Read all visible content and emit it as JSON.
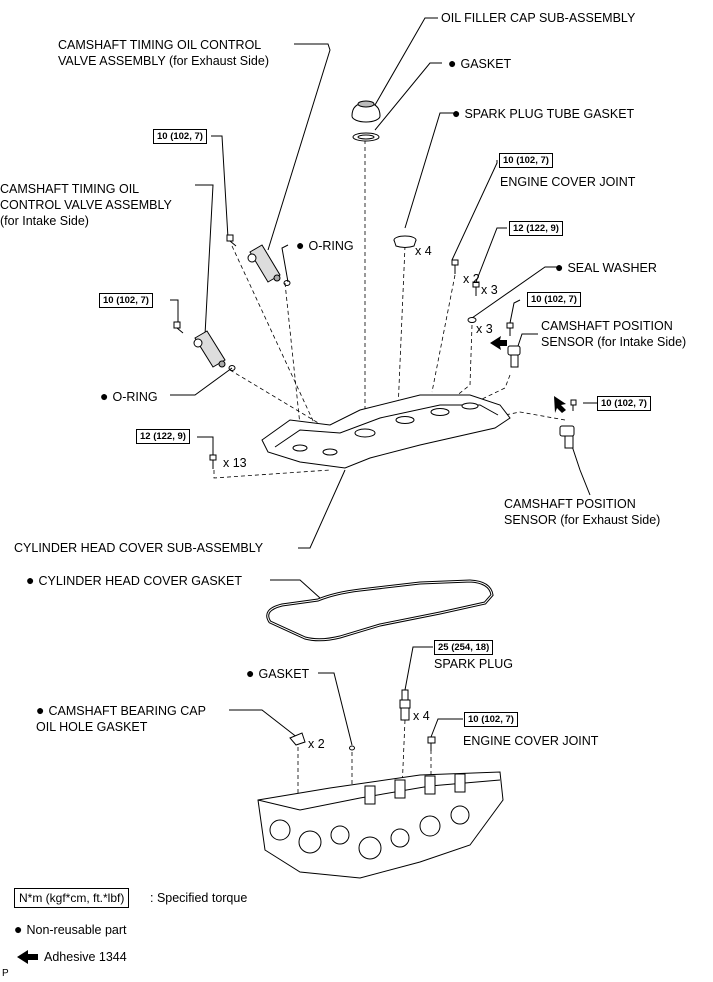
{
  "labels": {
    "oil_filler_cap": "OIL FILLER CAP SUB-ASSEMBLY",
    "gasket_top": "GASKET",
    "spark_plug_tube_gasket": "SPARK PLUG TUBE GASKET",
    "ocv_exhaust": "CAMSHAFT TIMING OIL CONTROL\nVALVE ASSEMBLY (for Exhaust Side)",
    "ocv_intake": "CAMSHAFT TIMING OIL\nCONTROL VALVE ASSEMBLY\n(for Intake Side)",
    "engine_cover_joint_top": "ENGINE COVER JOINT",
    "o_ring_upper": "O-RING",
    "seal_washer": "SEAL WASHER",
    "cmp_intake": "CAMSHAFT POSITION\nSENSOR (for Intake Side)",
    "o_ring_lower": "O-RING",
    "cmp_exhaust": "CAMSHAFT POSITION\nSENSOR (for Exhaust Side)",
    "cyl_head_cover": "CYLINDER HEAD COVER SUB-ASSEMBLY",
    "cyl_head_cover_gasket": "CYLINDER HEAD COVER GASKET",
    "gasket_lower": "GASKET",
    "spark_plug": "SPARK PLUG",
    "cam_bearing_cap_gasket": "CAMSHAFT BEARING CAP\nOIL HOLE GASKET",
    "engine_cover_joint_bottom": "ENGINE COVER JOINT"
  },
  "torques": {
    "t_ocv_ex": "10 (102, 7)",
    "t_ocv_in": "10 (102, 7)",
    "t_ecj_top": "10 (102, 7)",
    "t_seal": "12 (122, 9)",
    "t_cmp_in": "10 (102, 7)",
    "t_cmp_ex": "10 (102, 7)",
    "t_cover": "12 (122, 9)",
    "t_spark": "25 (254, 18)",
    "t_ecj_bottom": "10 (102, 7)"
  },
  "counts": {
    "x4_tube": "x 4",
    "x2_ecj": "x 2",
    "x3_bolt": "x 3",
    "x3_washer": "x 3",
    "x13": "x 13",
    "x2_cap": "x 2",
    "x4_spark": "x 4"
  },
  "legend": {
    "torque_format": "N*m (kgf*cm, ft.*lbf)",
    "torque_desc": ": Specified torque",
    "non_reusable": "Non-reusable part",
    "adhesive": "Adhesive 1344"
  },
  "page_code": "P"
}
